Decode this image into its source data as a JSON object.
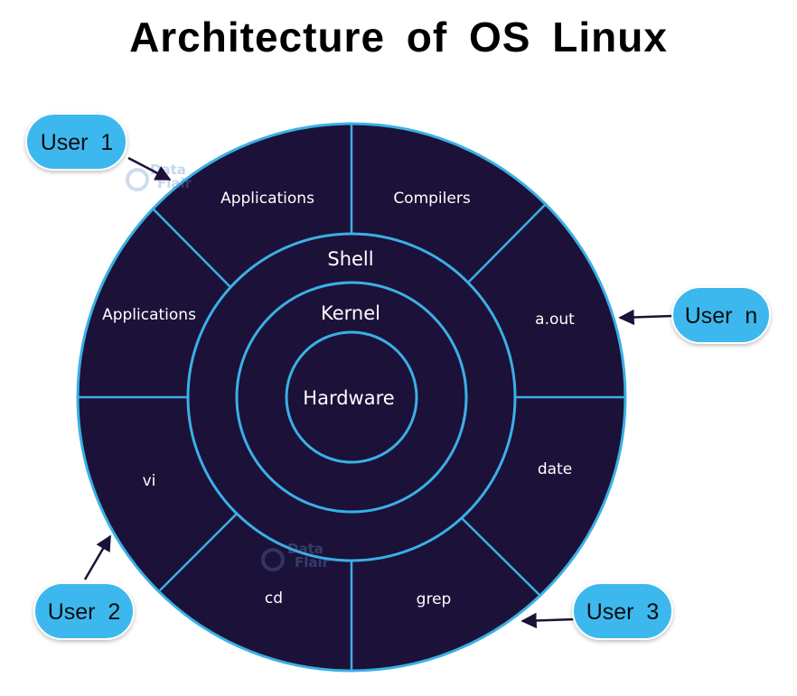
{
  "title": "Architecture of OS Linux",
  "layers": {
    "shell": "Shell",
    "kernel": "Kernel",
    "hardware": "Hardware"
  },
  "segments": {
    "applications_top": "Applications",
    "compilers": "Compilers",
    "a_out": "a.out",
    "date": "date",
    "grep": "grep",
    "cd": "cd",
    "vi": "vi",
    "applications_left": "Applications"
  },
  "users": {
    "user_1": "User  1",
    "user_n": "User  n",
    "user_2": "User  2",
    "user_3": "User  3"
  },
  "watermark": {
    "line1": "Data",
    "line2": "Flair"
  },
  "colors": {
    "disk_fill": "#1c1138",
    "ring_stroke": "#3ab0e6",
    "user_bubble_fill": "#3cb8ee",
    "arrow": "#1c1138"
  }
}
